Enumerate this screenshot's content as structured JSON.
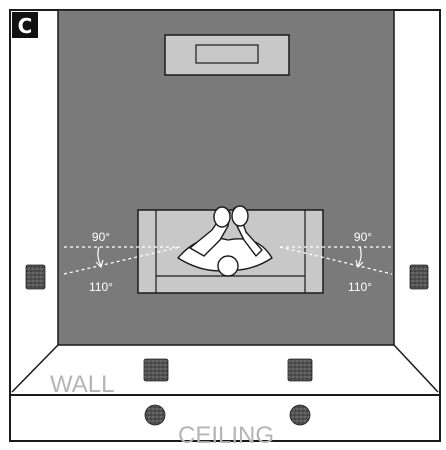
{
  "figure": {
    "badge": "C",
    "wall_label": "WALL",
    "ceiling_label": "CEILING",
    "angle_left_inner": "90°",
    "angle_left_outer": "110°",
    "angle_right_inner": "90°",
    "angle_right_outer": "110°"
  },
  "icons": {
    "screen": "tv-screen-icon",
    "sofa": "sofa-icon",
    "listener": "listener-icon",
    "speaker": "speaker-icon"
  },
  "colors": {
    "floor": "#7a7a7a",
    "outline": "#1a1a1a",
    "furniture_fill": "#c8c8c8",
    "speaker": "#4a4a4a",
    "label_gray": "#b5b5b5",
    "badge_bg": "#111111"
  }
}
